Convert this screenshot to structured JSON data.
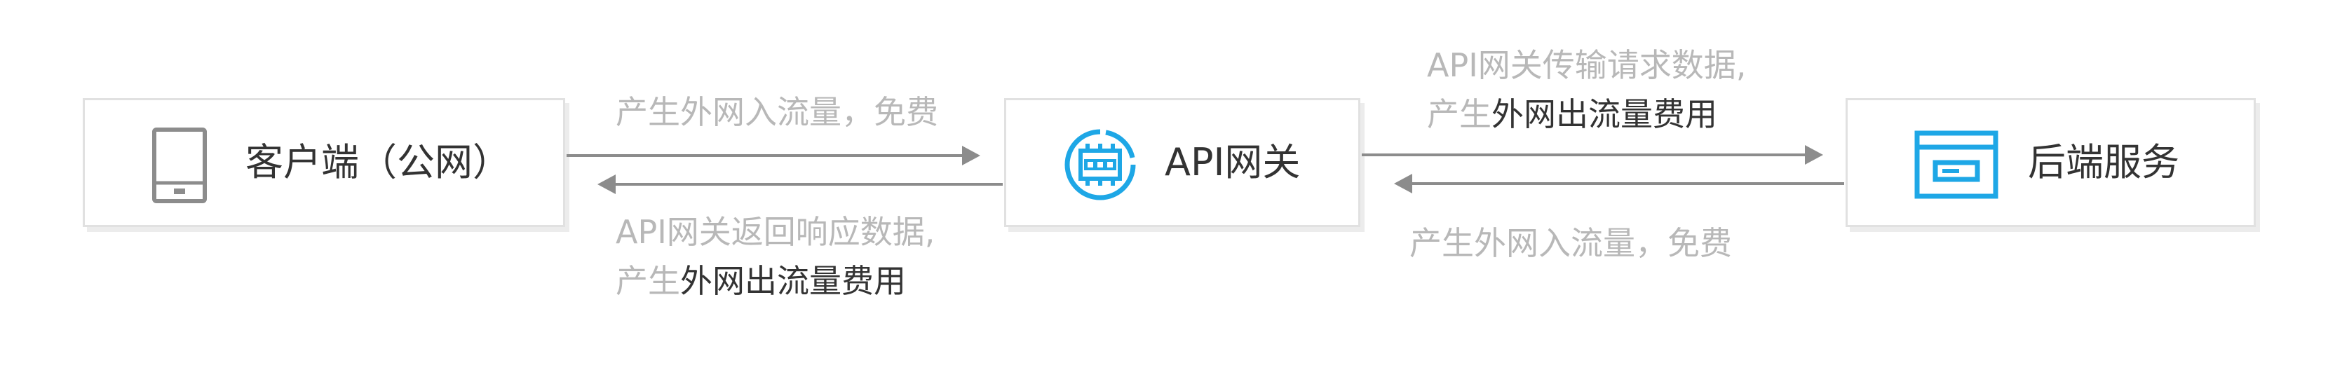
{
  "nodes": {
    "client": {
      "label": "客户端（公网）",
      "icon": "tablet-icon"
    },
    "gateway": {
      "label": "API网关",
      "icon": "api-gateway-icon"
    },
    "backend": {
      "label": "后端服务",
      "icon": "server-icon"
    }
  },
  "edges": {
    "client_to_gateway": {
      "line1": "产生外网入流量，免费"
    },
    "gateway_to_client": {
      "line1": "API网关返回响应数据,",
      "line2_muted": "产生",
      "line2_highlight": "外网出流量费用"
    },
    "gateway_to_backend": {
      "line1": "API网关传输请求数据,",
      "line2_muted": "产生",
      "line2_highlight": "外网出流量费用"
    },
    "backend_to_gateway": {
      "line1": "产生外网入流量，免费"
    }
  },
  "colors": {
    "accent": "#1ea7e6",
    "arrow": "#8c8c8c",
    "muted_text": "#b8b8b8",
    "dark_text": "#333333",
    "node_border": "#e1e1e1"
  }
}
